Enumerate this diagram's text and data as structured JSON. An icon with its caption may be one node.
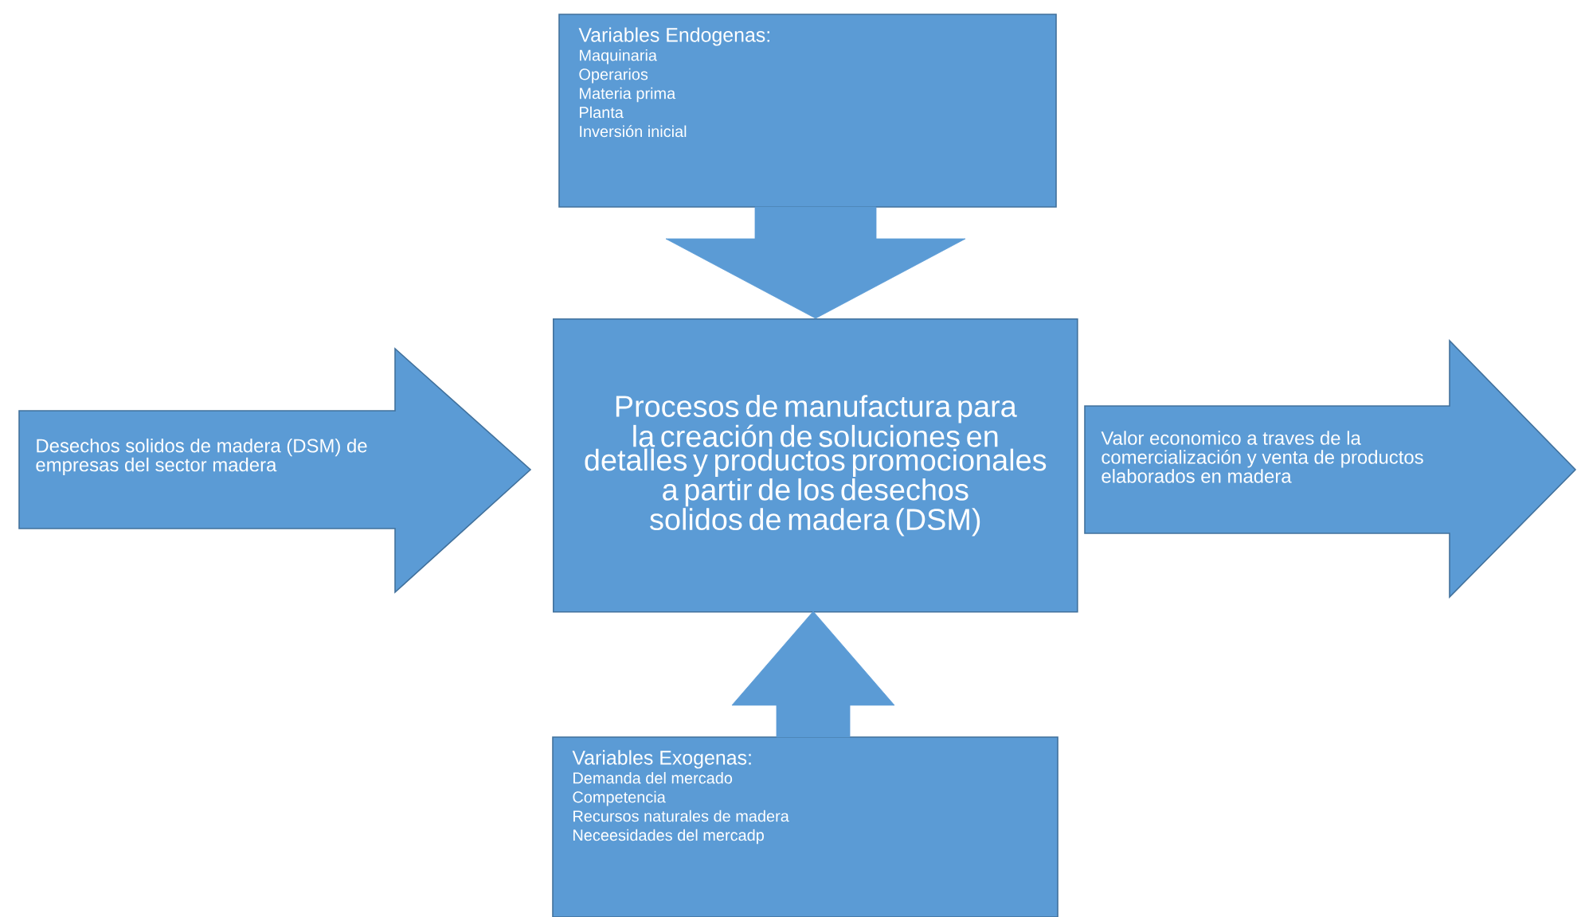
{
  "diagram": {
    "nodes": [
      {
        "text": [
          "Procesos de manufactura para la creación de soluciones en detalles y productos promocionales a partir de los desechos solidos de madera (DSM)"
        ]
      },
      {
        "text": [
          "Variables Endogenas:",
          "Maquinaria",
          "Operarios",
          "Materia prima",
          "Planta",
          "Inversión inicial"
        ]
      },
      {
        "text": [
          "Desechos solidos de madera (DSM) de empresas del sector madera"
        ]
      },
      {
        "text": [
          "Valor economico a traves de la comercialización y venta de productos elaborados en madera"
        ]
      },
      {
        "text": [
          "Variables Exogenas:",
          "Demanda del mercado",
          "Competencia",
          "Recursos naturales de madera",
          "Neceesidades del mercadp"
        ]
      }
    ],
    "edges": [
      {
        "from": 1,
        "to": 0,
        "arrow": "to"
      },
      {
        "from": 4,
        "to": 0,
        "arrow": "to"
      }
    ]
  }
}
